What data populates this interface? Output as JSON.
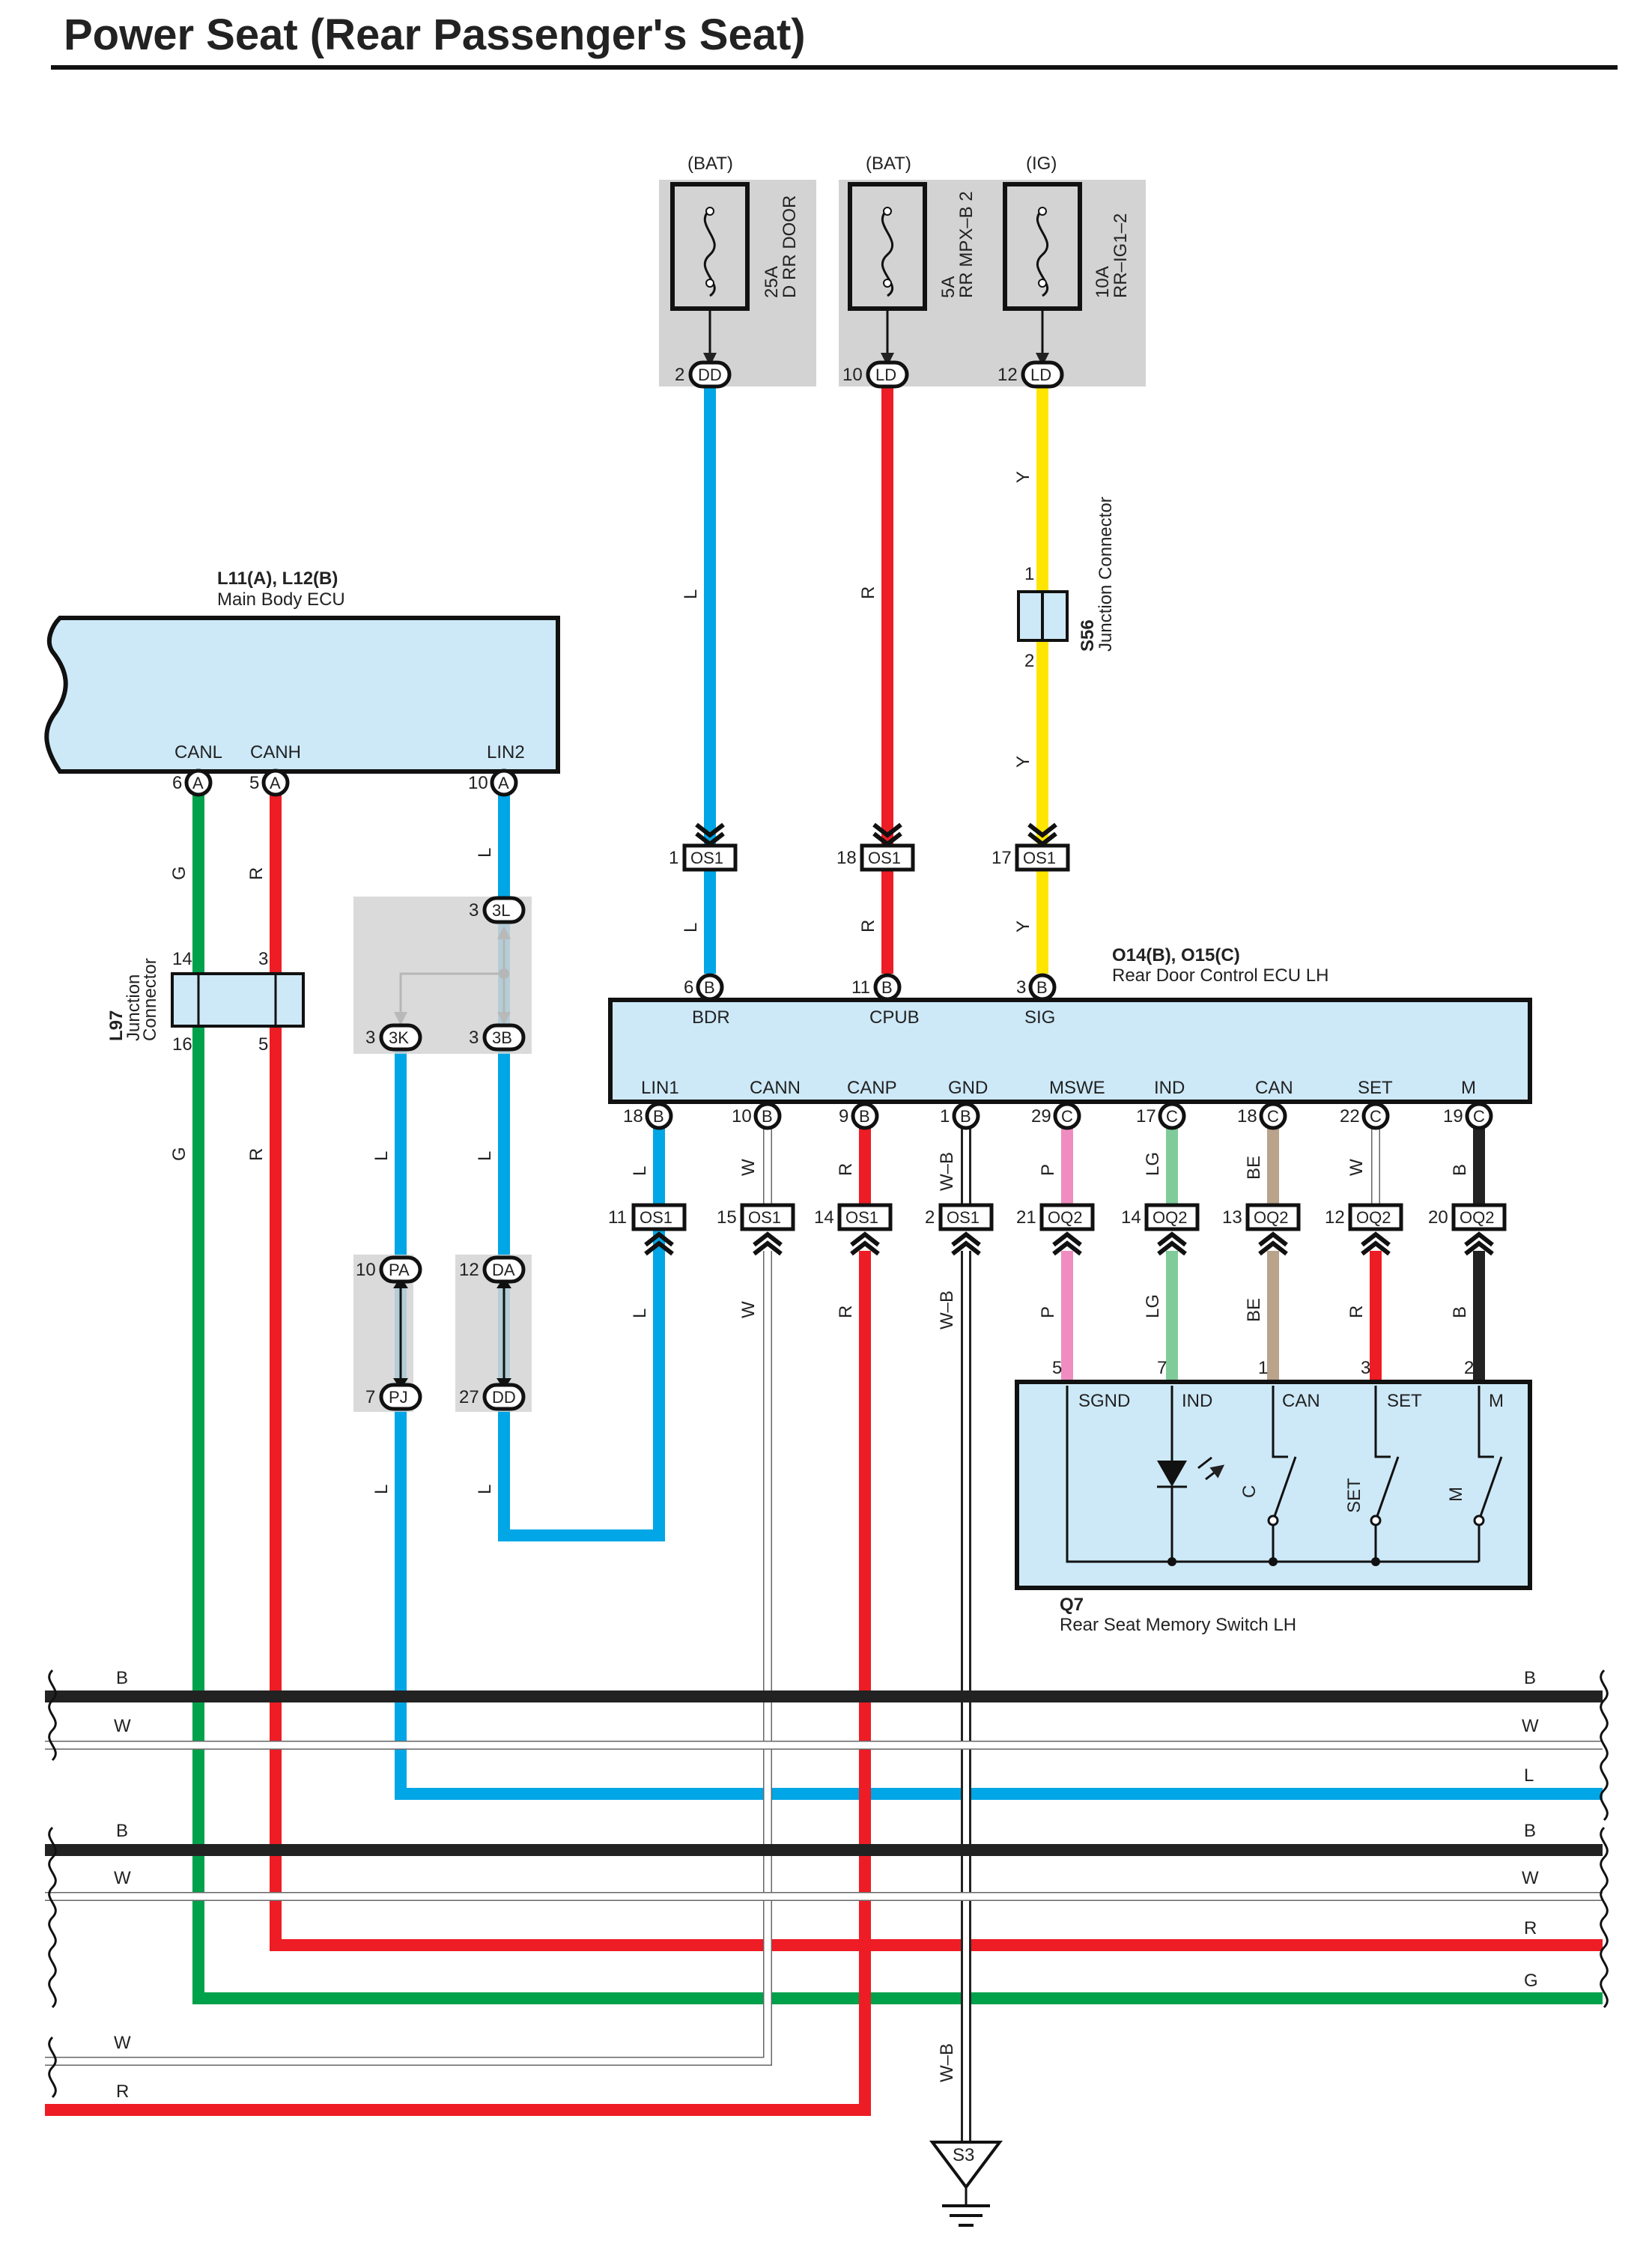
{
  "title": "Power Seat (Rear Passenger's Seat)",
  "fuses": {
    "f1": {
      "source": "(BAT)",
      "rating": "25A",
      "name": "D RR DOOR",
      "pin": "2",
      "conn": "DD"
    },
    "f2": {
      "source": "(BAT)",
      "rating": "5A",
      "name": "RR MPX–B 2",
      "pin": "10",
      "conn": "LD"
    },
    "f3": {
      "source": "(IG)",
      "rating": "10A",
      "name": "RR–IG1–2",
      "pin": "12",
      "conn": "LD"
    }
  },
  "main_body_ecu": {
    "code": "L11(A), L12(B)",
    "name": "Main Body ECU",
    "pins": [
      {
        "label": "CANL",
        "num": "6",
        "conn": "A"
      },
      {
        "label": "CANH",
        "num": "5",
        "conn": "A"
      },
      {
        "label": "LIN2",
        "num": "10",
        "conn": "A"
      }
    ]
  },
  "s56": {
    "code": "S56",
    "name": "Junction Connector",
    "pin_top": "1",
    "pin_bottom": "2"
  },
  "l97": {
    "code": "L97",
    "name1": "Junction",
    "name2": "Connector",
    "pins": [
      "14",
      "3",
      "16",
      "5"
    ]
  },
  "junctions": {
    "j3L": {
      "num": "3",
      "conn": "3L"
    },
    "j3K": {
      "num": "3",
      "conn": "3K"
    },
    "j3B": {
      "num": "3",
      "conn": "3B"
    },
    "jPA": {
      "num": "10",
      "conn": "PA"
    },
    "jPJ": {
      "num": "7",
      "conn": "PJ"
    },
    "jDA": {
      "num": "12",
      "conn": "DA"
    },
    "jDD": {
      "num": "27",
      "conn": "DD"
    }
  },
  "os1_top": [
    {
      "num": "1",
      "conn": "OS1"
    },
    {
      "num": "18",
      "conn": "OS1"
    },
    {
      "num": "17",
      "conn": "OS1"
    }
  ],
  "rear_door_ecu": {
    "code": "O14(B), O15(C)",
    "name": "Rear Door Control ECU LH",
    "top_pins": [
      {
        "label": "BDR",
        "num": "6",
        "conn": "B"
      },
      {
        "label": "CPUB",
        "num": "11",
        "conn": "B"
      },
      {
        "label": "SIG",
        "num": "3",
        "conn": "B"
      }
    ],
    "bottom_pins": [
      {
        "label": "LIN1",
        "num": "18",
        "conn": "B"
      },
      {
        "label": "CANN",
        "num": "10",
        "conn": "B"
      },
      {
        "label": "CANP",
        "num": "9",
        "conn": "B"
      },
      {
        "label": "GND",
        "num": "1",
        "conn": "B"
      },
      {
        "label": "MSWE",
        "num": "29",
        "conn": "C"
      },
      {
        "label": "IND",
        "num": "17",
        "conn": "C"
      },
      {
        "label": "CAN",
        "num": "18",
        "conn": "C"
      },
      {
        "label": "SET",
        "num": "22",
        "conn": "C"
      },
      {
        "label": "M",
        "num": "19",
        "conn": "C"
      }
    ]
  },
  "lower_connectors": [
    {
      "num": "11",
      "conn": "OS1"
    },
    {
      "num": "15",
      "conn": "OS1"
    },
    {
      "num": "14",
      "conn": "OS1"
    },
    {
      "num": "2",
      "conn": "OS1"
    },
    {
      "num": "21",
      "conn": "OQ2"
    },
    {
      "num": "14",
      "conn": "OQ2"
    },
    {
      "num": "13",
      "conn": "OQ2"
    },
    {
      "num": "12",
      "conn": "OQ2"
    },
    {
      "num": "20",
      "conn": "OQ2"
    }
  ],
  "memory_switch": {
    "code": "Q7",
    "name": "Rear Seat Memory Switch LH",
    "pins": [
      {
        "label": "SGND",
        "num": "5"
      },
      {
        "label": "IND",
        "num": "7"
      },
      {
        "label": "CAN",
        "num": "1"
      },
      {
        "label": "SET",
        "num": "3"
      },
      {
        "label": "M",
        "num": "2"
      }
    ],
    "switches": [
      "C",
      "SET",
      "M"
    ]
  },
  "ground": {
    "code": "S3"
  },
  "wire_colors": {
    "L": "#00a6e6",
    "R": "#ee1c25",
    "Y": "#ffe500",
    "G": "#00a14b",
    "B": "#222222",
    "W": "#ffffff",
    "W–B": "#ffffff",
    "P": "#ef8dc0",
    "LG": "#7fcc9a",
    "BE": "#b9a38b"
  },
  "bus_labels": [
    "B",
    "W",
    "L",
    "B",
    "W",
    "R",
    "G",
    "W",
    "R"
  ]
}
